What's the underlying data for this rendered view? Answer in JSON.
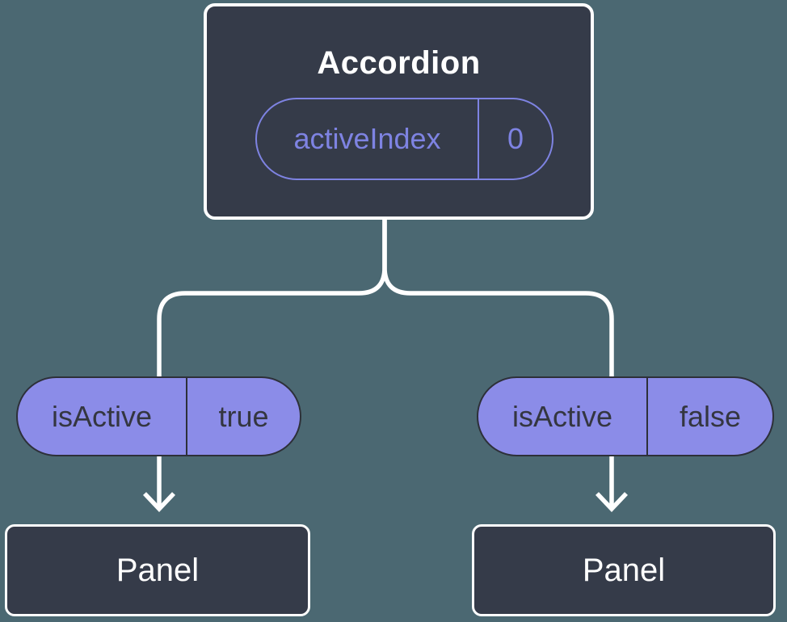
{
  "diagram": {
    "kind": "component-tree",
    "root": {
      "title": "Accordion",
      "state_pill": {
        "label": "activeIndex",
        "value": "0"
      }
    },
    "branches": [
      {
        "prop_pill": {
          "label": "isActive",
          "value": "true"
        },
        "child": {
          "title": "Panel"
        }
      },
      {
        "prop_pill": {
          "label": "isActive",
          "value": "false"
        },
        "child": {
          "title": "Panel"
        }
      }
    ],
    "colors": {
      "background": "#4b6872",
      "node_fill": "#353b49",
      "node_border": "#ffffff",
      "state_accent": "#7e83e2",
      "prop_pill_fill": "#8b8ce8",
      "prop_pill_text": "#343640",
      "prop_pill_border": "#2d3039",
      "connector": "#ffffff"
    }
  }
}
